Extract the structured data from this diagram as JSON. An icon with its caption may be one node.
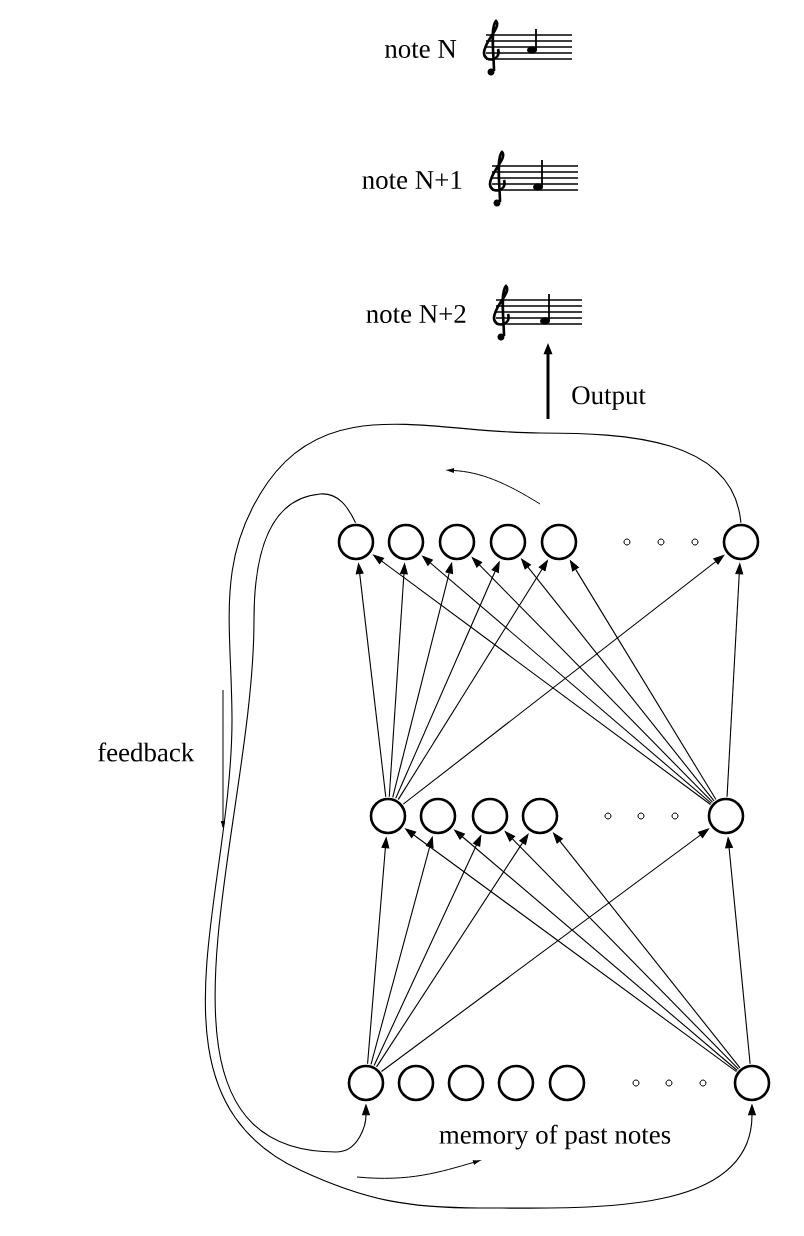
{
  "diagram": {
    "nodes": [
      {
        "text": [],
        "shape": "picture",
        "beside": [
          "note N"
        ]
      },
      {
        "text": [],
        "shape": "picture",
        "beside": [
          "note N+1"
        ]
      },
      {
        "text": [],
        "shape": "picture",
        "beside": [
          "note N+2"
        ]
      },
      {
        "text": [],
        "shape": "circle"
      },
      {
        "text": [],
        "shape": "circle"
      },
      {
        "text": [],
        "shape": "circle"
      },
      {
        "text": [],
        "shape": "circle"
      },
      {
        "text": [],
        "shape": "circle"
      },
      {
        "text": [],
        "shape": "circle"
      },
      {
        "text": [],
        "shape": "circle"
      },
      {
        "text": [],
        "shape": "circle"
      },
      {
        "text": [],
        "shape": "circle"
      },
      {
        "text": [],
        "shape": "circle"
      },
      {
        "text": [],
        "shape": "circle"
      },
      {
        "text": [],
        "shape": "circle"
      },
      {
        "text": [],
        "shape": "circle"
      },
      {
        "text": [],
        "shape": "circle"
      },
      {
        "text": [],
        "shape": "circle"
      },
      {
        "text": [],
        "shape": "circle"
      },
      {
        "text": [],
        "shape": "circle"
      }
    ],
    "edges": [
      {
        "from": null,
        "to": 2,
        "arrow": "to",
        "label": "Output",
        "style": "thick"
      },
      {
        "from": 14,
        "to": 9,
        "arrow": "to"
      },
      {
        "from": 14,
        "to": 10,
        "arrow": "to"
      },
      {
        "from": 14,
        "to": 11,
        "arrow": "to"
      },
      {
        "from": 14,
        "to": 12,
        "arrow": "to"
      },
      {
        "from": 14,
        "to": 13,
        "arrow": "to"
      },
      {
        "from": 19,
        "to": 9,
        "arrow": "to"
      },
      {
        "from": 19,
        "to": 10,
        "arrow": "to"
      },
      {
        "from": 19,
        "to": 11,
        "arrow": "to"
      },
      {
        "from": 19,
        "to": 12,
        "arrow": "to"
      },
      {
        "from": 19,
        "to": 13,
        "arrow": "to"
      },
      {
        "from": 9,
        "to": 3,
        "arrow": "to"
      },
      {
        "from": 9,
        "to": 4,
        "arrow": "to"
      },
      {
        "from": 9,
        "to": 5,
        "arrow": "to"
      },
      {
        "from": 9,
        "to": 6,
        "arrow": "to"
      },
      {
        "from": 9,
        "to": 7,
        "arrow": "to"
      },
      {
        "from": 9,
        "to": 8,
        "arrow": "to"
      },
      {
        "from": 13,
        "to": 3,
        "arrow": "to"
      },
      {
        "from": 13,
        "to": 4,
        "arrow": "to"
      },
      {
        "from": 13,
        "to": 5,
        "arrow": "to"
      },
      {
        "from": 13,
        "to": 6,
        "arrow": "to"
      },
      {
        "from": 13,
        "to": 7,
        "arrow": "to"
      },
      {
        "from": 13,
        "to": 8,
        "arrow": "to"
      },
      {
        "from": 8,
        "to": 19,
        "arrow": "to"
      },
      {
        "from": 3,
        "to": 14,
        "arrow": "to"
      }
    ],
    "labels": [
      "feedback",
      "memory of past notes"
    ]
  }
}
